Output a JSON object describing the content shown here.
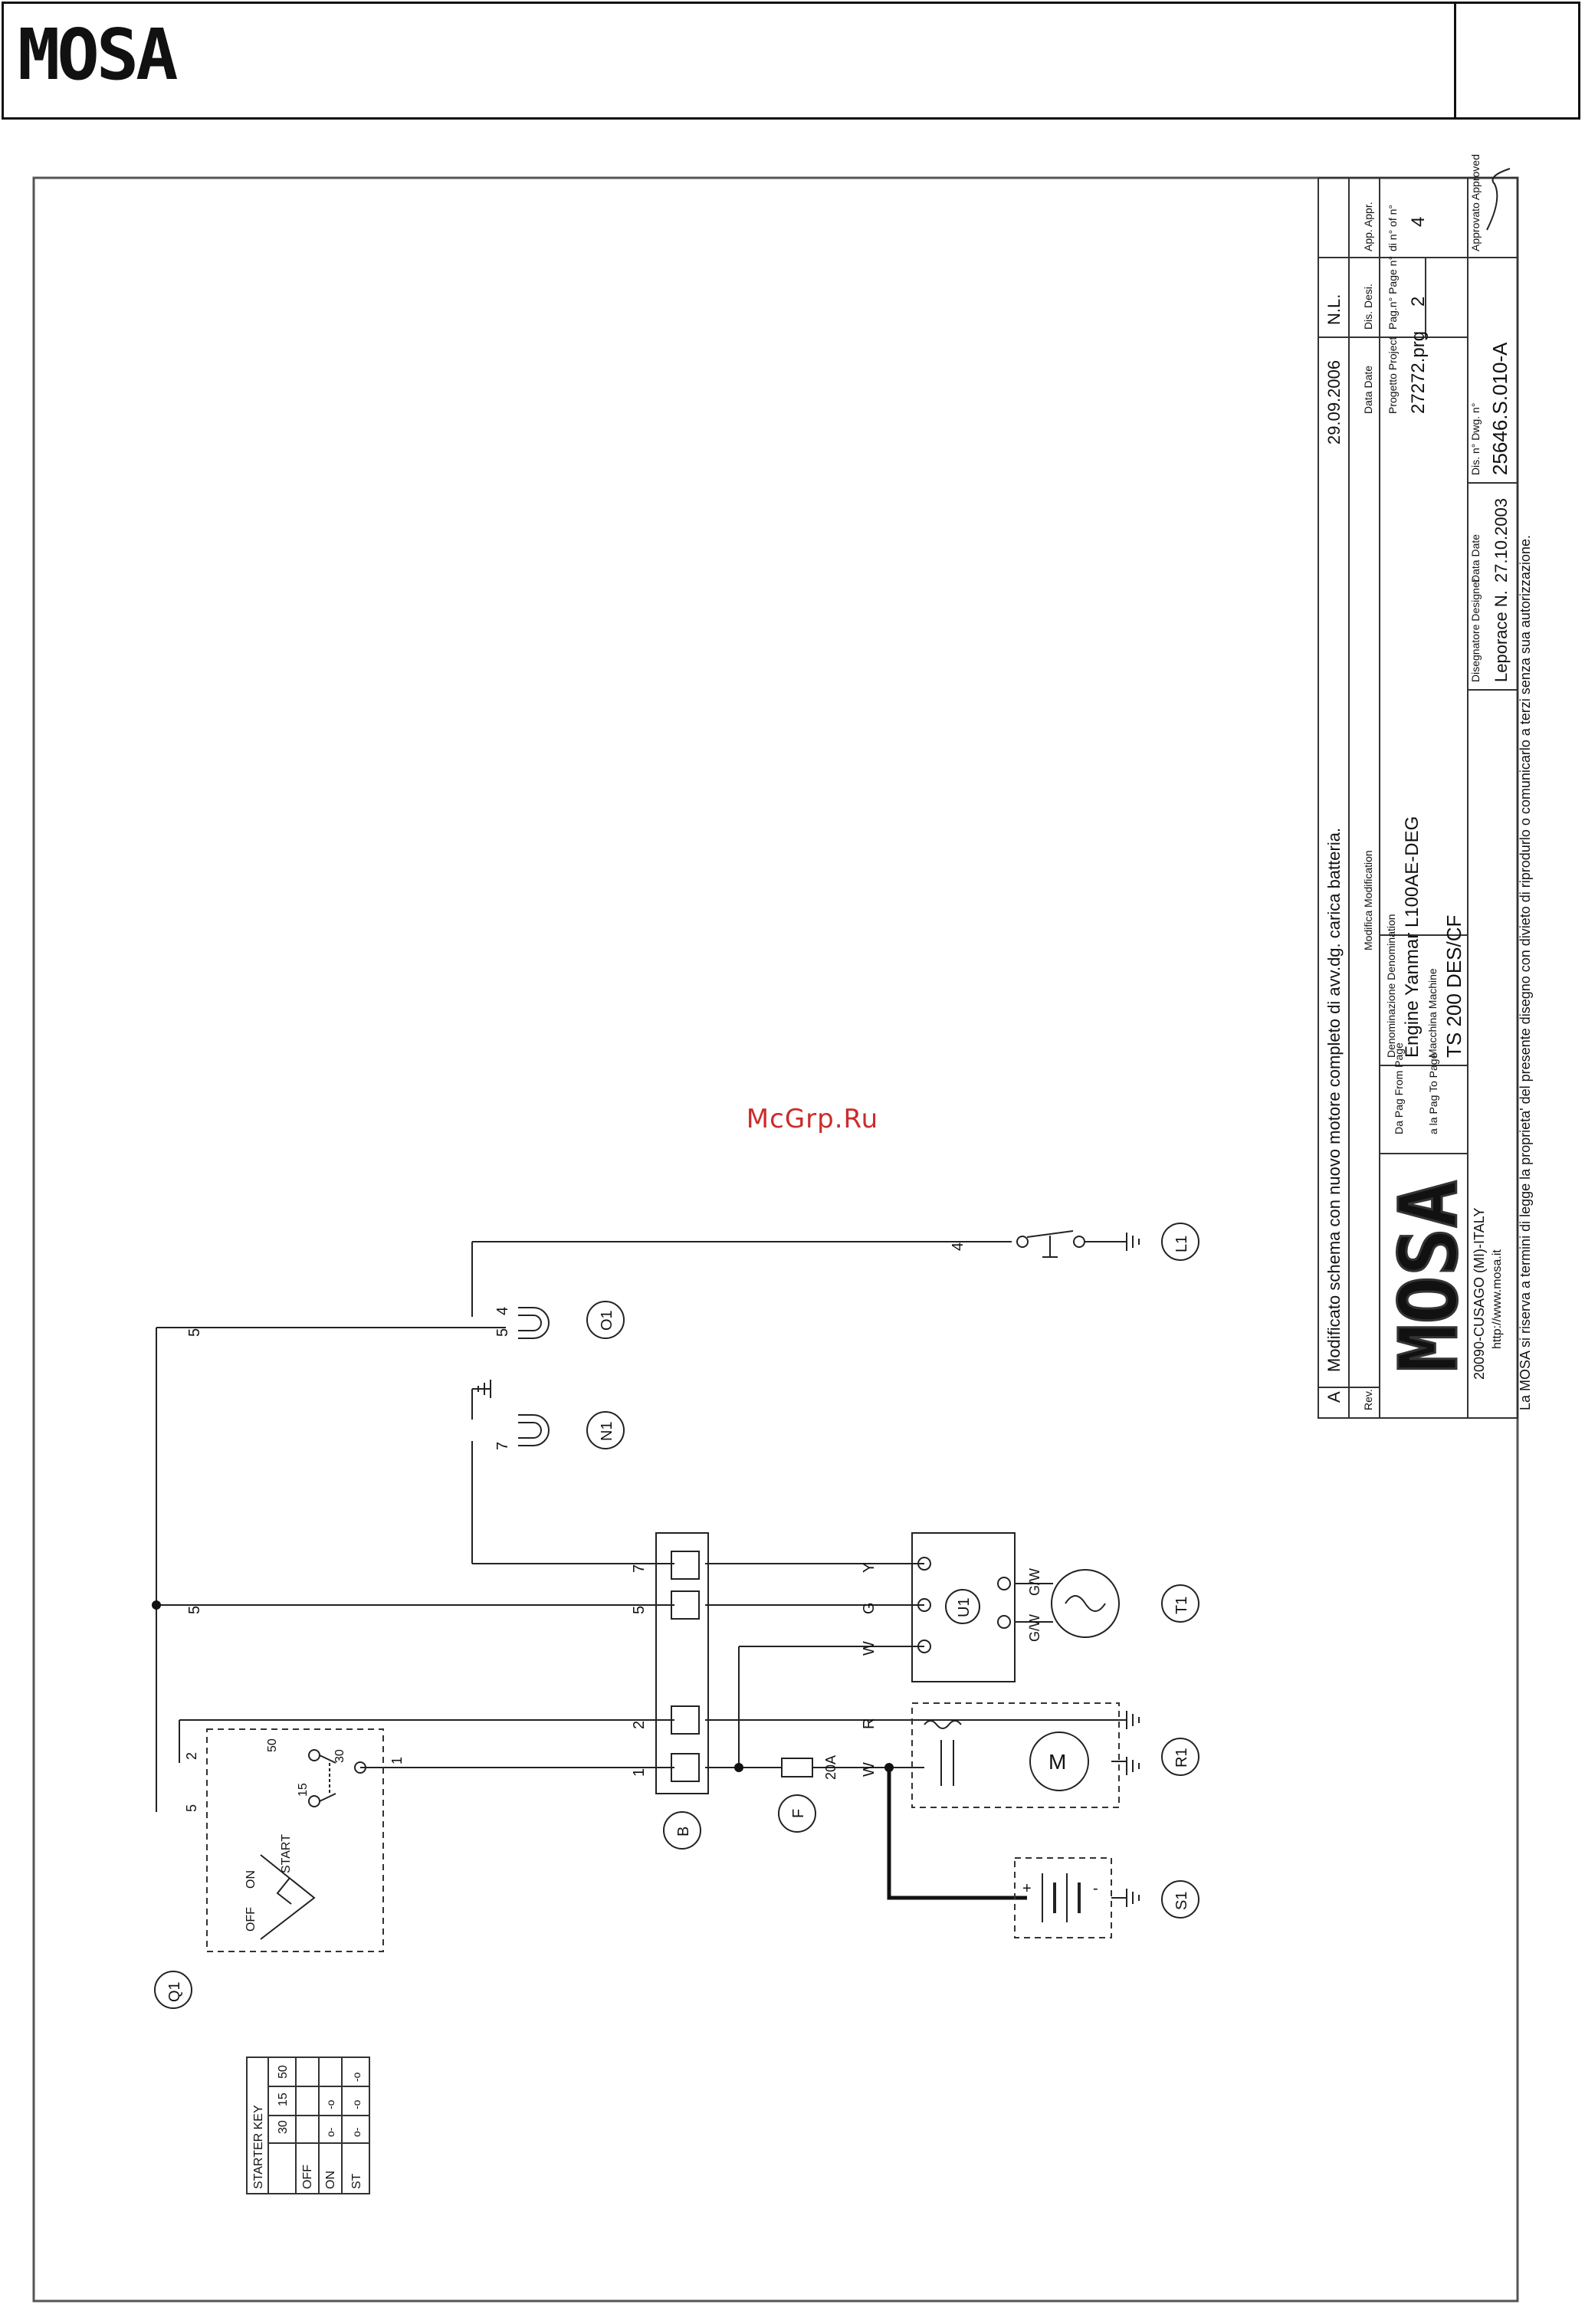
{
  "header": {
    "brand": "MOSA"
  },
  "watermark": "McGrp.Ru",
  "title_block": {
    "revision": {
      "code": "A",
      "description": "Modificato schema con nuovo motore completo di avv.dg. carica batteria.",
      "date": "29.09.2006",
      "initials": "N.L."
    },
    "labels": {
      "rev": "Rev.",
      "modifica": "Modifica\nModification",
      "data": "Data\nDate",
      "dis": "Dis.\nDesi.",
      "app": "App.\nAppr.",
      "da_pag": "Da Pag\nFrom Page",
      "a_pag": "a la Pag\nTo Page",
      "denominazione": "Denominazione\nDenomination",
      "progetto": "Progetto\nProject",
      "pag_n": "Pag.n°\nPage n°",
      "di_n": "di n°\nof n°",
      "macchina": "Macchina\nMachine",
      "disegnatore": "Disegnatore\nDesigner",
      "data2": "Data\nDate",
      "dis_n": "Dis. n°\nDwg. n°",
      "approvato": "Approvato\nApproved"
    },
    "denomination": "Engine Yanmar L100AE-DEG",
    "project": "27272.prg",
    "page": "2",
    "of_pages": "4",
    "machine": "TS 200 DES/CF",
    "designer": "Leporace N.",
    "drawing_date": "27.10.2003",
    "drawing_no": "25646.S.010-A",
    "company_address": "20090-CUSAGO (MI)-ITALY",
    "company_web": "http://www.mosa.it",
    "copyright": "La MOSA si riserva a termini di legge la proprieta' del presente disegno con divieto di riprodurlo o comunicarlo a terzi senza sua autorizzazione."
  },
  "components": {
    "Q1": "Q1",
    "B": "B",
    "F": "F",
    "S1": "S1",
    "R1": "R1",
    "T1": "T1",
    "U1": "U1",
    "N1": "N1",
    "O1": "O1",
    "L1": "L1",
    "M": "M"
  },
  "wire_labels": {
    "w1": "1",
    "w2": "2",
    "w4": "4",
    "w5": "5",
    "w7": "7",
    "fuse": "20A",
    "W": "W",
    "R": "R",
    "G": "G",
    "Y": "Y",
    "GW": "G/W"
  },
  "switch": {
    "off": "OFF",
    "on": "ON",
    "start": "START",
    "t15": "15",
    "t30": "30",
    "t50": "50",
    "t1": "1",
    "t2": "2",
    "t5": "5"
  },
  "starter_key_table": {
    "title": "STARTER KEY",
    "columns": [
      "30",
      "15",
      "50"
    ],
    "rows": [
      {
        "label": "OFF",
        "cells": [
          "",
          "",
          ""
        ]
      },
      {
        "label": "ON",
        "cells": [
          "o-",
          "-o",
          ""
        ]
      },
      {
        "label": "ST",
        "cells": [
          "o-",
          "-o",
          "-o"
        ]
      }
    ]
  },
  "battery": {
    "plus": "+",
    "minus": "-"
  }
}
